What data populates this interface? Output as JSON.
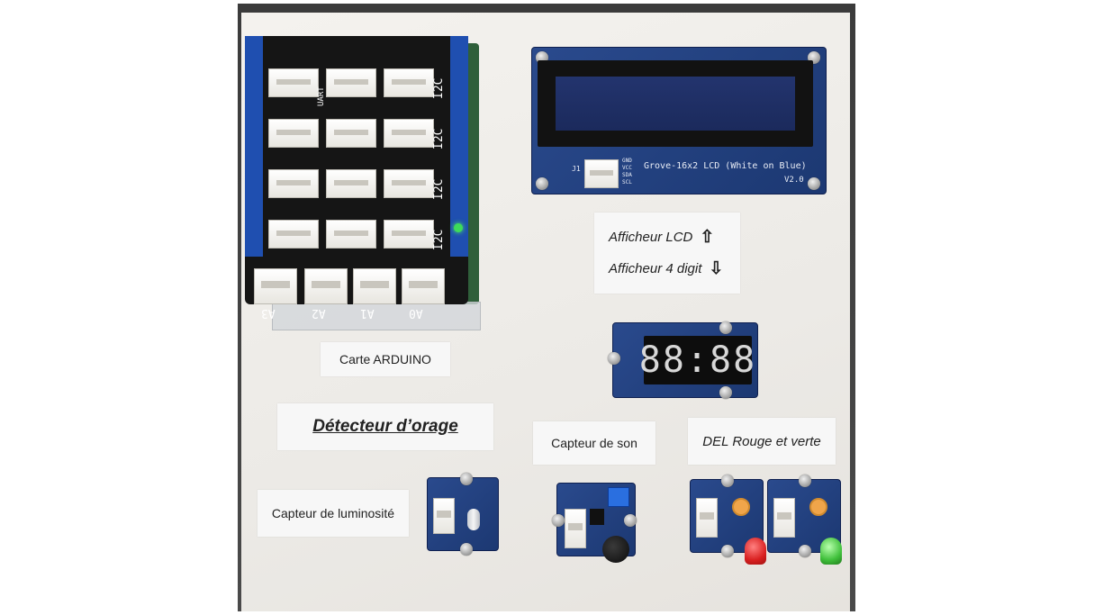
{
  "scene": {
    "panel_title": "Détecteur d’orage",
    "labels": {
      "arduino": "Carte ARDUINO",
      "lcd": "Afficheur LCD",
      "four_digit": "Afficheur 4 digit",
      "sound_sensor": "Capteur de son",
      "leds": "DEL Rouge et verte",
      "light_sensor": "Capteur de luminosité"
    },
    "arrows": {
      "up": "⇧",
      "down": "⇩"
    },
    "lcd_module": {
      "silk_text": "Grove-16x2 LCD (White on Blue)",
      "version": "V2.0",
      "connector_label": "J1",
      "pins": [
        "GND",
        "VCC",
        "SDA",
        "SCL"
      ]
    },
    "arduino_shield": {
      "port_labels": [
        "I2C",
        "I2C",
        "I2C",
        "I2C"
      ],
      "uart_label": "UART",
      "analog_labels": [
        "A3",
        "A2",
        "A1",
        "A0"
      ]
    },
    "display_digits": "88:88",
    "colors": {
      "led_red": "#d92020",
      "led_green": "#3fbf3a",
      "pcb_blue": "#1f3d7a",
      "board_white": "#efede9",
      "shield_black": "#141414"
    }
  }
}
